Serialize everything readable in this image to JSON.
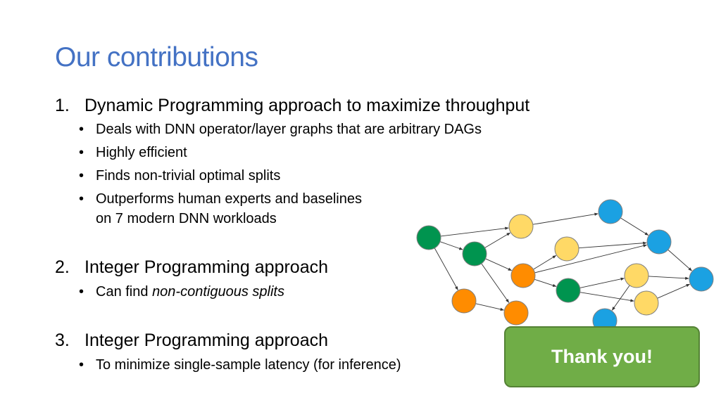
{
  "slide": {
    "title": "Our contributions",
    "items": [
      {
        "num": "1.",
        "label": "Dynamic Programming approach to maximize throughput",
        "bullets": [
          "Deals with DNN operator/layer graphs that are arbitrary DAGs",
          "Highly efficient",
          "Finds non-trivial optimal splits",
          "Outperforms human experts and baselines",
          "on 7 modern DNN workloads"
        ]
      },
      {
        "num": "2.",
        "label": "Integer Programming approach",
        "bullets": [
          {
            "plain": "Can find ",
            "italic": "non-contiguous splits"
          }
        ]
      },
      {
        "num": "3.",
        "label": "Integer Programming approach",
        "bullets": [
          "To minimize single-sample latency (for inference)"
        ]
      }
    ],
    "bullet_glyph": "•",
    "thanks_label": "Thank you!"
  },
  "graph": {
    "colors": {
      "green": "#00944f",
      "orange": "#ff8c00",
      "yellow": "#ffd966",
      "blue": "#1ba1e2",
      "stroke": "#7f7f7f",
      "thanks_bg": "#70ad47",
      "title": "#4472c4"
    }
  }
}
